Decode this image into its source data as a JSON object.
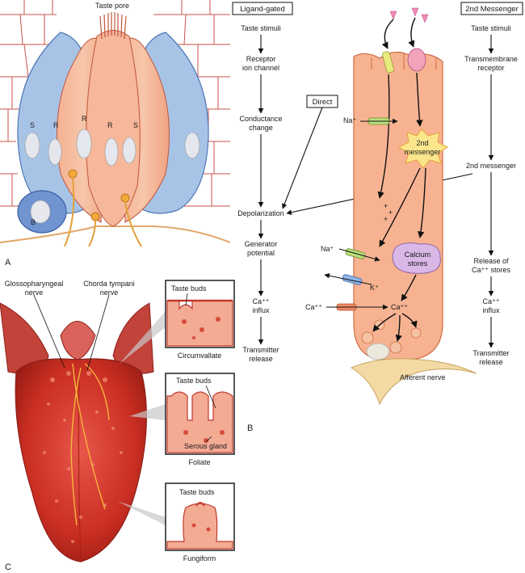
{
  "panel_a": {
    "letter": "A",
    "taste_pore": "Taste pore",
    "cells": [
      "S",
      "R",
      "R",
      "R",
      "S"
    ],
    "basal": "B"
  },
  "panel_b": {
    "letter": "B",
    "ligand_gated": {
      "title": "Ligand-gated",
      "steps": [
        "Taste stimuli",
        "Receptor",
        "ion channel",
        "Conductance",
        "change",
        "Depolarization",
        "Generator",
        "potential",
        "Ca⁺⁺",
        "influx",
        "Transmitter",
        "release"
      ]
    },
    "direct": "Direct",
    "second_messenger": {
      "title": "2nd Messenger",
      "steps": [
        "Taste stimuli",
        "Transmembrane",
        "receptor",
        "2nd messenger",
        "Release of",
        "Ca⁺⁺ stores",
        "Ca⁺⁺",
        "influx",
        "Transmitter",
        "release"
      ]
    },
    "cell": {
      "messenger_1": "2nd",
      "messenger_2": "messenger",
      "calcium_1": "Calcium",
      "calcium_2": "stores",
      "na_top": "Na⁺",
      "na_mid": "Na⁺",
      "k": "K⁺",
      "ca_in": "Ca⁺⁺",
      "ca_cell": "Ca⁺⁺",
      "plus": "+",
      "afferent": "Afferent nerve"
    }
  },
  "panel_c": {
    "letter": "C",
    "glosso_1": "Glossopharyngeal",
    "glosso_2": "nerve",
    "chorda_1": "Chorda tympani",
    "chorda_2": "nerve",
    "insets": [
      {
        "title": "Taste buds",
        "caption": "Circumvallate"
      },
      {
        "title": "Taste buds",
        "caption": "Foliate",
        "extra": "Serous gland"
      },
      {
        "title": "Taste buds",
        "caption": "Fungiform"
      }
    ]
  }
}
